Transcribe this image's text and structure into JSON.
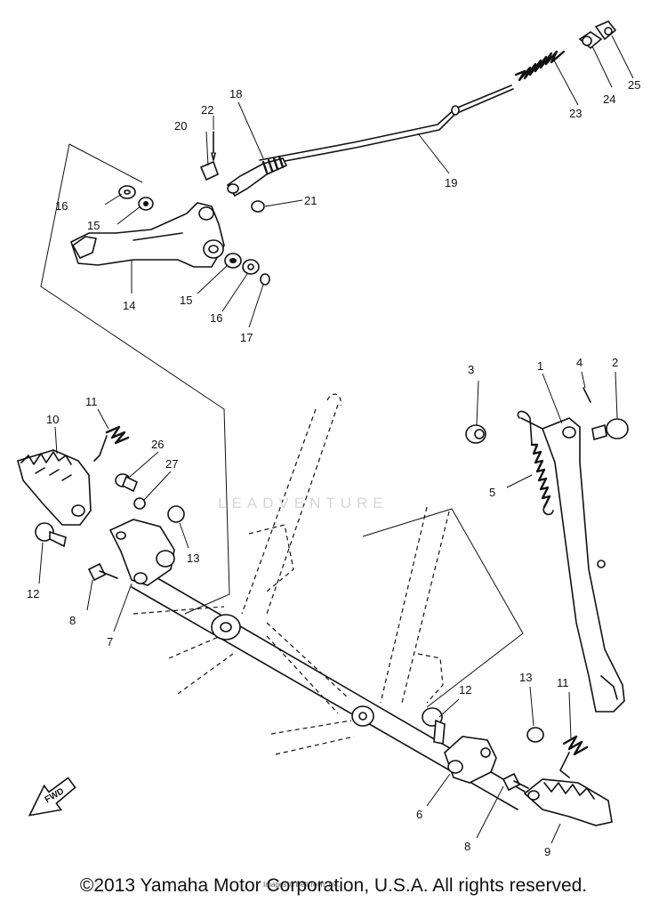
{
  "diagram": {
    "callouts": [
      {
        "id": "c1",
        "label": "1"
      },
      {
        "id": "c2",
        "label": "2"
      },
      {
        "id": "c3",
        "label": "3"
      },
      {
        "id": "c4",
        "label": "4"
      },
      {
        "id": "c5",
        "label": "5"
      },
      {
        "id": "c6",
        "label": "6"
      },
      {
        "id": "c7",
        "label": "7"
      },
      {
        "id": "c8a",
        "label": "8"
      },
      {
        "id": "c8b",
        "label": "8"
      },
      {
        "id": "c9",
        "label": "9"
      },
      {
        "id": "c10",
        "label": "10"
      },
      {
        "id": "c11a",
        "label": "11"
      },
      {
        "id": "c11b",
        "label": "11"
      },
      {
        "id": "c12a",
        "label": "12"
      },
      {
        "id": "c12b",
        "label": "12"
      },
      {
        "id": "c13a",
        "label": "13"
      },
      {
        "id": "c13b",
        "label": "13"
      },
      {
        "id": "c14",
        "label": "14"
      },
      {
        "id": "c15a",
        "label": "15"
      },
      {
        "id": "c15b",
        "label": "15"
      },
      {
        "id": "c16a",
        "label": "16"
      },
      {
        "id": "c16b",
        "label": "16"
      },
      {
        "id": "c17",
        "label": "17"
      },
      {
        "id": "c18",
        "label": "18"
      },
      {
        "id": "c19",
        "label": "19"
      },
      {
        "id": "c20",
        "label": "20"
      },
      {
        "id": "c21",
        "label": "21"
      },
      {
        "id": "c22",
        "label": "22"
      },
      {
        "id": "c23",
        "label": "23"
      },
      {
        "id": "c24",
        "label": "24"
      },
      {
        "id": "c25",
        "label": "25"
      },
      {
        "id": "c26",
        "label": "26"
      },
      {
        "id": "c27",
        "label": "27"
      }
    ],
    "fwd_label": "FWD",
    "watermark": "LEADVENTURE",
    "subnote": "Images © Bell Tech, Inc.",
    "copyright": "©2013 Yamaha Motor Corporation, U.S.A. All rights reserved."
  }
}
